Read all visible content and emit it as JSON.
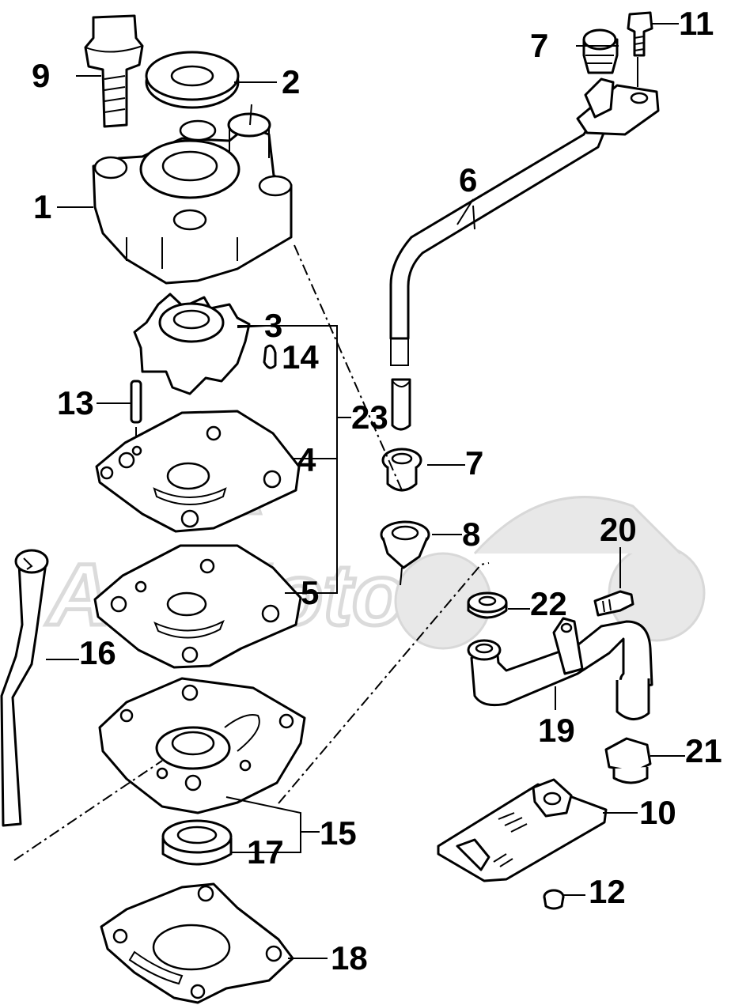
{
  "diagram": {
    "type": "exploded-parts-diagram",
    "subject": "outboard water pump assembly",
    "watermark": "ArtiMoto",
    "parts": [
      {
        "id": "1",
        "label": "1"
      },
      {
        "id": "2",
        "label": "2"
      },
      {
        "id": "3",
        "label": "3"
      },
      {
        "id": "4",
        "label": "4"
      },
      {
        "id": "5",
        "label": "5"
      },
      {
        "id": "6",
        "label": "6"
      },
      {
        "id": "7a",
        "label": "7"
      },
      {
        "id": "7b",
        "label": "7"
      },
      {
        "id": "8",
        "label": "8"
      },
      {
        "id": "9",
        "label": "9"
      },
      {
        "id": "10",
        "label": "10"
      },
      {
        "id": "11",
        "label": "11"
      },
      {
        "id": "12",
        "label": "12"
      },
      {
        "id": "13",
        "label": "13"
      },
      {
        "id": "14",
        "label": "14"
      },
      {
        "id": "15",
        "label": "15"
      },
      {
        "id": "16",
        "label": "16"
      },
      {
        "id": "17",
        "label": "17"
      },
      {
        "id": "18",
        "label": "18"
      },
      {
        "id": "19",
        "label": "19"
      },
      {
        "id": "20",
        "label": "20"
      },
      {
        "id": "21",
        "label": "21"
      },
      {
        "id": "22",
        "label": "22"
      },
      {
        "id": "23",
        "label": "23"
      }
    ]
  }
}
